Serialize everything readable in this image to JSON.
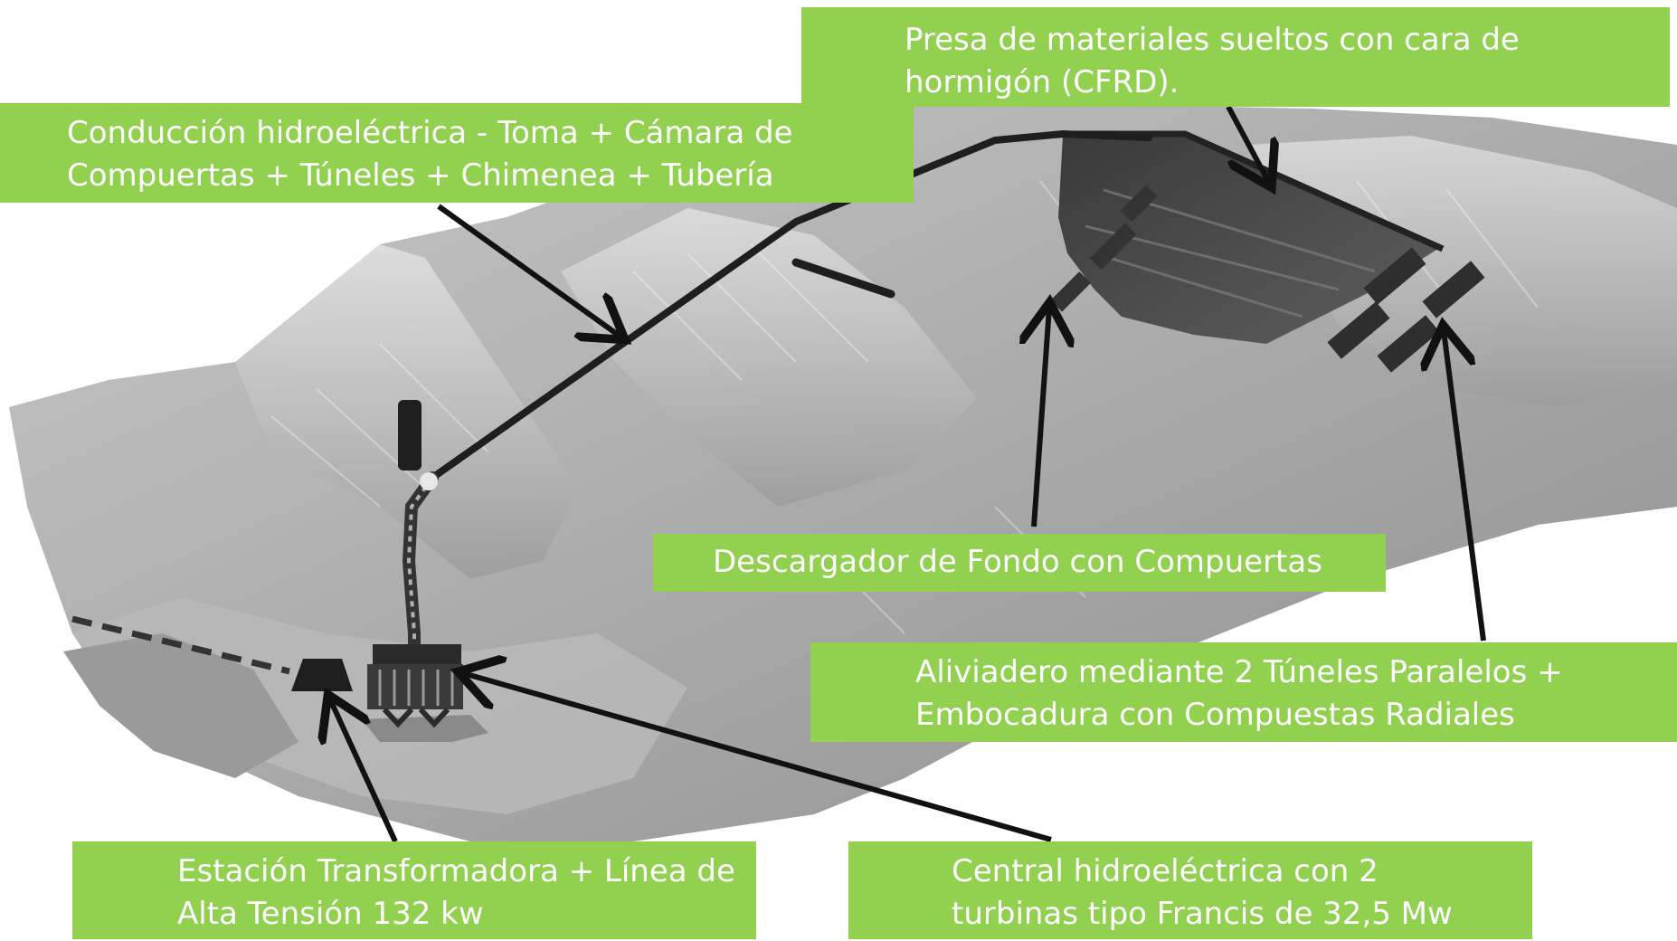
{
  "colors": {
    "label_background": "#92d050",
    "label_text": "#ffffff",
    "arrow": "#111111",
    "terrain_base": "#a9a9a9",
    "terrain_light": "#d4d4d4",
    "reservoir": "#4a4a4a"
  },
  "labels": {
    "presa": {
      "line1": "Presa de materiales sueltos con cara de",
      "line2": "hormigón (CFRD)."
    },
    "conduccion": {
      "line1": "Conducción hidroeléctrica - Toma + Cámara de",
      "line2": "Compuertas + Túneles + Chimenea + Tubería"
    },
    "descargador": {
      "line1": "Descargador de Fondo con Compuertas"
    },
    "aliviadero": {
      "line1": "Aliviadero mediante 2 Túneles Paralelos +",
      "line2": "Embocadura con Compuestas Radiales"
    },
    "estacion": {
      "line1": "Estación Transformadora + Línea de",
      "line2": "Alta Tensión 132 kw"
    },
    "central": {
      "line1": "Central hidroeléctrica con 2",
      "line2": "turbinas tipo Francis de 32,5 Mw"
    }
  }
}
